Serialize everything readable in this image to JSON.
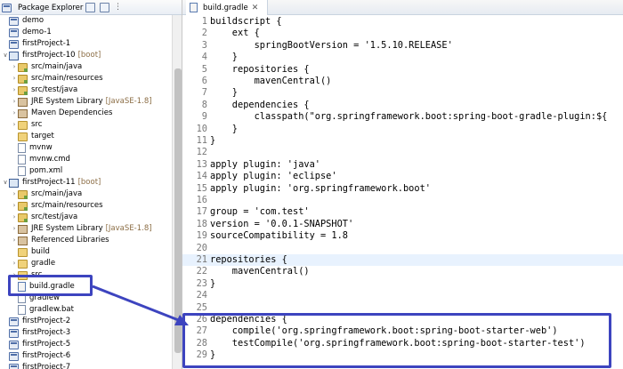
{
  "explorer": {
    "title": "Package Explorer",
    "close": "✕",
    "tree": [
      {
        "label": "demo",
        "icon": "project",
        "level": 0,
        "chevron": ""
      },
      {
        "label": "demo-1",
        "icon": "project",
        "level": 0,
        "chevron": ""
      },
      {
        "label": "firstProject-1",
        "icon": "project",
        "level": 0,
        "chevron": ""
      },
      {
        "label": "firstProject-10",
        "dec": "[boot]",
        "icon": "gradleproj",
        "level": 0,
        "chevron": "∨"
      },
      {
        "label": "src/main/java",
        "icon": "srcfolder",
        "level": 1,
        "chevron": "›"
      },
      {
        "label": "src/main/resources",
        "icon": "srcfolder",
        "level": 1,
        "chevron": "›"
      },
      {
        "label": "src/test/java",
        "icon": "srcfolder",
        "level": 1,
        "chevron": "›"
      },
      {
        "label": "JRE System Library",
        "dec": "[JavaSE-1.8]",
        "icon": "library",
        "level": 1,
        "chevron": "›"
      },
      {
        "label": "Maven Dependencies",
        "icon": "library",
        "level": 1,
        "chevron": "›"
      },
      {
        "label": "src",
        "icon": "folder",
        "level": 1,
        "chevron": "›"
      },
      {
        "label": "target",
        "icon": "folder",
        "level": 1,
        "chevron": ""
      },
      {
        "label": "mvnw",
        "icon": "file",
        "level": 1,
        "chevron": ""
      },
      {
        "label": "mvnw.cmd",
        "icon": "file",
        "level": 1,
        "chevron": ""
      },
      {
        "label": "pom.xml",
        "icon": "file",
        "level": 1,
        "chevron": ""
      },
      {
        "label": "firstProject-11",
        "dec": "[boot]",
        "icon": "gradleproj",
        "level": 0,
        "chevron": "∨"
      },
      {
        "label": "src/main/java",
        "icon": "srcfolder",
        "level": 1,
        "chevron": "›"
      },
      {
        "label": "src/main/resources",
        "icon": "srcfolder",
        "level": 1,
        "chevron": "›"
      },
      {
        "label": "src/test/java",
        "icon": "srcfolder",
        "level": 1,
        "chevron": "›"
      },
      {
        "label": "JRE System Library",
        "dec": "[JavaSE-1.8]",
        "icon": "library",
        "level": 1,
        "chevron": "›"
      },
      {
        "label": "Referenced Libraries",
        "icon": "library",
        "level": 1,
        "chevron": "›"
      },
      {
        "label": "build",
        "icon": "folder",
        "level": 1,
        "chevron": ""
      },
      {
        "label": "gradle",
        "icon": "folder",
        "level": 1,
        "chevron": "›"
      },
      {
        "label": "src",
        "icon": "folder",
        "level": 1,
        "chevron": "›"
      },
      {
        "label": "build.gradle",
        "icon": "gradlefile",
        "level": 1,
        "chevron": ""
      },
      {
        "label": "gradlew",
        "icon": "file",
        "level": 1,
        "chevron": ""
      },
      {
        "label": "gradlew.bat",
        "icon": "file",
        "level": 1,
        "chevron": ""
      },
      {
        "label": "firstProject-2",
        "icon": "project",
        "level": 0,
        "chevron": ""
      },
      {
        "label": "firstProject-3",
        "icon": "project",
        "level": 0,
        "chevron": ""
      },
      {
        "label": "firstProject-5",
        "icon": "project",
        "level": 0,
        "chevron": ""
      },
      {
        "label": "firstProject-6",
        "icon": "project",
        "level": 0,
        "chevron": ""
      },
      {
        "label": "firstProject-7",
        "icon": "project",
        "level": 0,
        "chevron": ""
      }
    ]
  },
  "editor": {
    "tab_title": "build.gradle",
    "current_line": 21,
    "lines": [
      "buildscript {",
      "    ext {",
      "        springBootVersion = '1.5.10.RELEASE'",
      "    }",
      "    repositories {",
      "        mavenCentral()",
      "    }",
      "    dependencies {",
      "        classpath(\"org.springframework.boot:spring-boot-gradle-plugin:${",
      "    }",
      "}",
      "",
      "apply plugin: 'java'",
      "apply plugin: 'eclipse'",
      "apply plugin: 'org.springframework.boot'",
      "",
      "group = 'com.test'",
      "version = '0.0.1-SNAPSHOT'",
      "sourceCompatibility = 1.8",
      "",
      "repositories {",
      "    mavenCentral()",
      "}",
      "",
      "",
      "dependencies {",
      "    compile('org.springframework.boot:spring-boot-starter-web')",
      "    testCompile('org.springframework.boot:spring-boot-starter-test')",
      "}"
    ]
  },
  "colors": {
    "highlight": "#3d44bf",
    "current_line": "#e8f2fe",
    "decorator": "#8c6e46"
  }
}
